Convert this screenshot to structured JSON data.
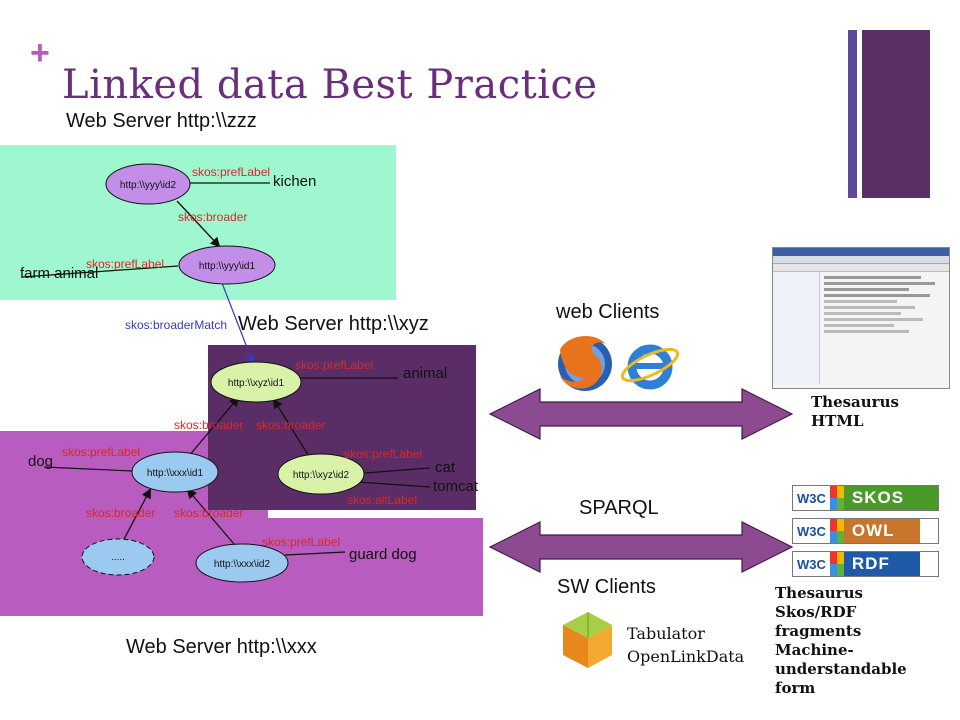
{
  "slide": {
    "plus": "+",
    "title": "Linked data Best  Practice"
  },
  "colors": {
    "zzz_region": "#9ef7cf",
    "xyz_region": "#5b2d66",
    "xxx_region": "#b95cbf",
    "arrow_fill": "#8c4a91",
    "link_red": "#d52a2a",
    "link_blue": "#3a3ab8",
    "node_purple": "#c28ee8",
    "node_green": "#d8f3a8",
    "node_blue": "#9cc9ef"
  },
  "servers": {
    "zzz": "Web Server http:\\\\zzz",
    "xyz": "Web Server http:\\\\xyz",
    "xxx": "Web Server http:\\\\xxx"
  },
  "graph": {
    "nodes": {
      "yyy_id2": "http:\\\\yyy\\id2",
      "yyy_id1": "http:\\\\yyy\\id1",
      "xyz_id1": "http:\\\\xyz\\id1",
      "xyz_id2": "http:\\\\xyz\\id2",
      "xxx_id1": "http:\\\\xxx\\id1",
      "xxx_id2": "http:\\\\xxx\\id2",
      "ellipsis": "....."
    },
    "edge_labels": {
      "pref1": "skos:prefLabel",
      "broader1": "skos:broader",
      "pref2": "skos:prefLabel",
      "broaderMatch": "skos:broaderMatch",
      "pref3": "skos:prefLabel",
      "broader2": "skos:broader",
      "broader3": "skos:broader",
      "pref4": "skos:prefLabel",
      "pref5": "skos:prefLabel",
      "altLabel": "skos:altLabel",
      "broader4": "skos:broader",
      "broader5": "skos:broader",
      "pref6": "skos:prefLabel"
    },
    "literals": {
      "kichen": "kichen",
      "farm_animal": "farm animal",
      "animal": "animal",
      "dog": "dog",
      "cat": "cat",
      "tomcat": "tomcat",
      "guard_dog": "guard dog"
    }
  },
  "clients": {
    "web": "web Clients",
    "sparql": "SPARQL",
    "sw": "SW Clients",
    "tabulator": [
      "Tabulator",
      "OpenLinkData"
    ]
  },
  "browser_icons": [
    "firefox-icon",
    "internet-explorer-icon"
  ],
  "thesaurus_html": [
    "Thesaurus",
    "HTML"
  ],
  "badges": [
    {
      "w3": "W3C",
      "name": "SKOS",
      "color": "#4a9a2a"
    },
    {
      "w3": "W3C",
      "name": "OWL",
      "color": "#c8742a"
    },
    {
      "w3": "W3C",
      "name": "RDF",
      "color": "#1f5aa8"
    }
  ],
  "thesaurus_rdf": [
    "Thesaurus",
    "Skos/RDF",
    "fragments",
    "Machine-",
    "understandable",
    "form"
  ]
}
